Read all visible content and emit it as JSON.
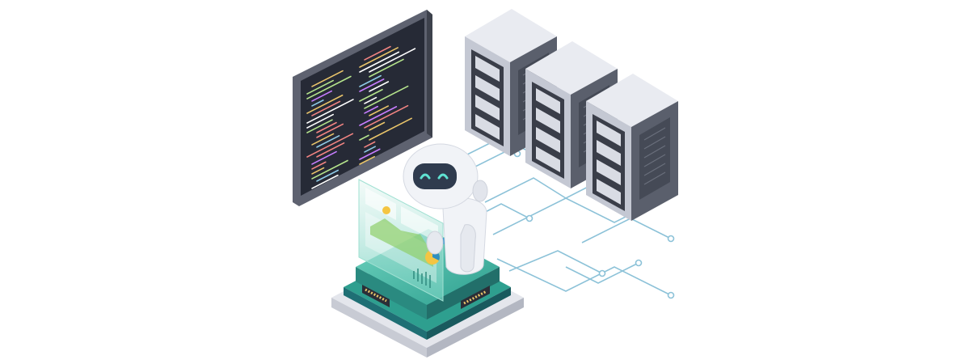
{
  "scene": {
    "subject": "isometric-ai-robot-server-illustration",
    "elements": [
      "code-monitor",
      "server-rack",
      "server-rack",
      "server-rack",
      "robot",
      "holographic-dashboard",
      "chip-platform",
      "circuit-traces"
    ]
  },
  "colors": {
    "background": "#ffffff",
    "monitor_frame": "#5e6270",
    "monitor_screen": "#262a36",
    "server_light": "#e9ebf1",
    "server_mid": "#c4c8d3",
    "server_dark": "#5a5f6c",
    "trace": "#8cc2d8",
    "teal": "#3fb8a4",
    "teal_dark": "#1f6f74",
    "robot_white": "#f1f3f7",
    "robot_visor": "#2f3b4e",
    "robot_eye": "#5fe3d2",
    "code_colors": [
      "#e9c46a",
      "#f28482",
      "#8ecae6",
      "#b5e48c",
      "#c77dff",
      "#ffffff"
    ]
  }
}
